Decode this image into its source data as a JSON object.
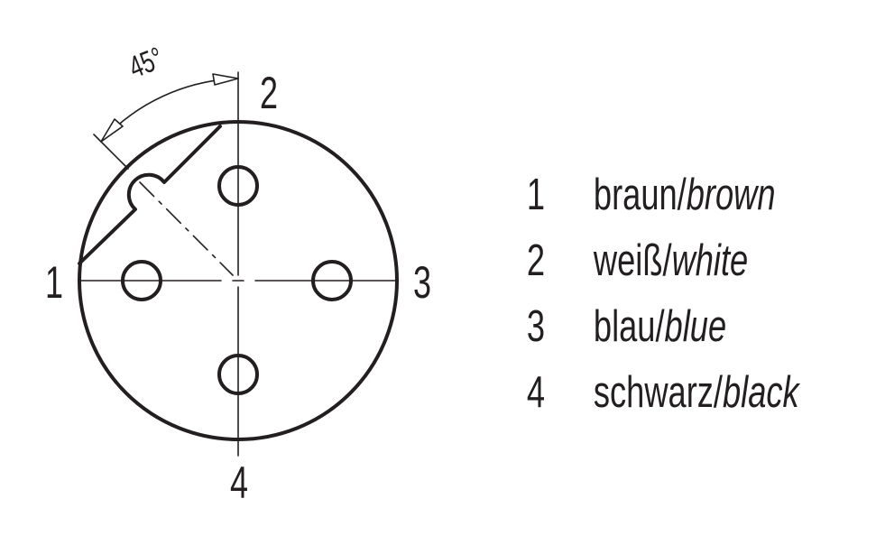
{
  "diagram": {
    "angle_label": "45°",
    "pins": [
      {
        "number": "1"
      },
      {
        "number": "2"
      },
      {
        "number": "3"
      },
      {
        "number": "4"
      }
    ]
  },
  "legend": [
    {
      "number": "1",
      "color_de": "braun",
      "separator": "/",
      "color_en": "brown"
    },
    {
      "number": "2",
      "color_de": "weiß",
      "separator": "/",
      "color_en": "white"
    },
    {
      "number": "3",
      "color_de": "blau",
      "separator": "/",
      "color_en": "blue"
    },
    {
      "number": "4",
      "color_de": "schwarz",
      "separator": "/",
      "color_en": "black"
    }
  ],
  "colors": {
    "ink": "#231f20",
    "background": "#ffffff"
  }
}
